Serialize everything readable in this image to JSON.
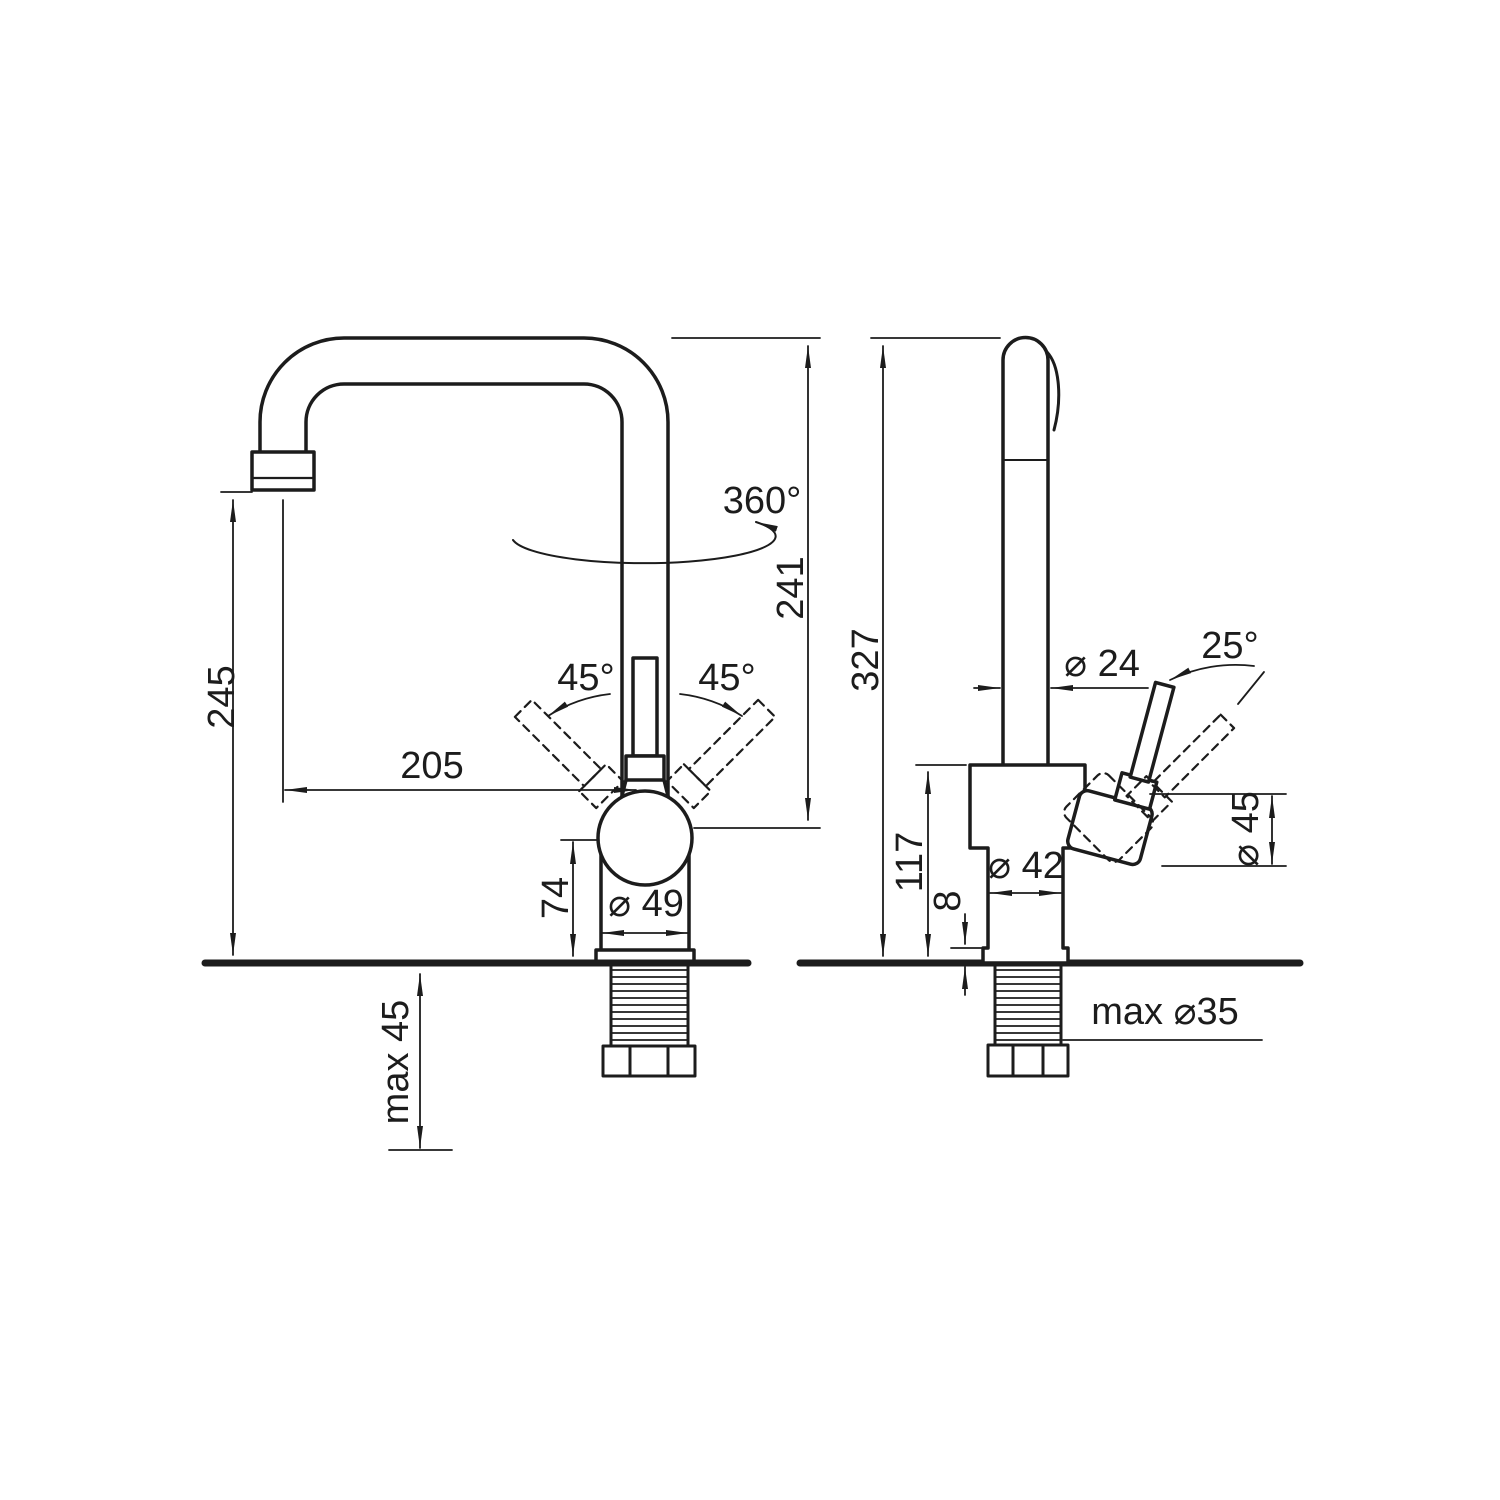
{
  "drawing": {
    "background": "#ffffff",
    "ink": "#1c1c1c",
    "front_view": {
      "dims": {
        "height_to_spout": "245",
        "spout_reach": "205",
        "spout_clearance": "241",
        "swivel_angle": "360°",
        "handle_swing_left": "45°",
        "handle_swing_right": "45°",
        "body_height": "74",
        "base_diameter": "⌀ 49",
        "max_deck_thickness": "max 45"
      }
    },
    "side_view": {
      "dims": {
        "total_height": "327",
        "pipe_diameter": "⌀ 24",
        "handle_tilt": "25°",
        "handle_diameter": "⌀ 45",
        "height_to_body": "117",
        "base_plate_height": "8",
        "body_diameter": "⌀ 42",
        "max_hole_diameter": "max ⌀35"
      }
    }
  }
}
